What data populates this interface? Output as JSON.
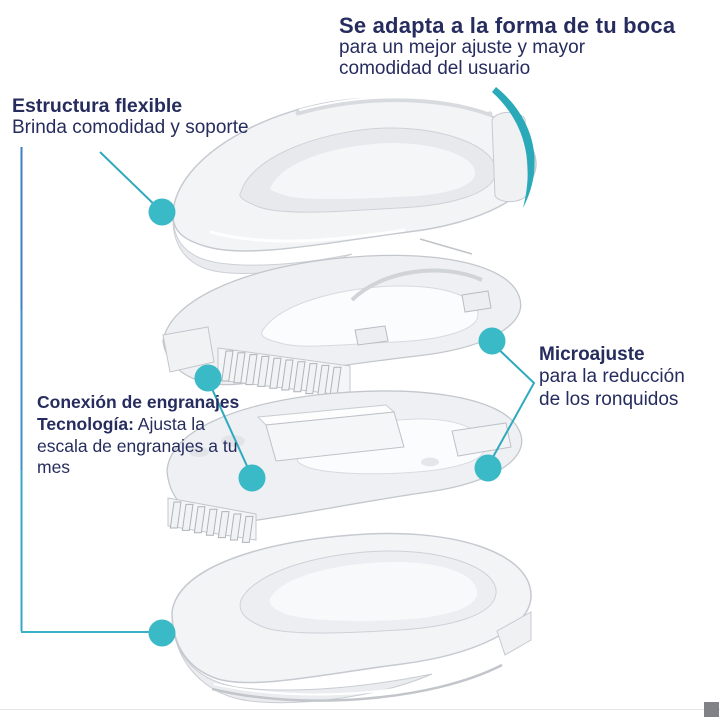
{
  "colors": {
    "navy": "#262c5e",
    "teal": "#3ab9c6",
    "teal_line": "#2fa9bd",
    "blue_line": "#3f7fc2",
    "swoosh": "#2aa9b8"
  },
  "header": {
    "title": "Se adapta a la forma de tu boca",
    "subtitle_line1": "para un mejor ajuste y mayor",
    "subtitle_line2": "comodidad del usuario"
  },
  "callout_flexible": {
    "title": "Estructura flexible",
    "description": "Brinda comodidad y soporte"
  },
  "callout_gears": {
    "title": "Conexión de engranajes",
    "line2_bold": "Tecnología:",
    "line2_rest": " Ajusta la",
    "line3": "escala de engranajes a tu",
    "line4": "mes"
  },
  "callout_micro": {
    "title": "Microajuste",
    "line2": "para la reducción",
    "line3": "de los ronquidos"
  },
  "illustration": {
    "layers": [
      "upper-tray",
      "gear-rack-frame",
      "micro-adjustment-plate",
      "lower-tray"
    ]
  }
}
